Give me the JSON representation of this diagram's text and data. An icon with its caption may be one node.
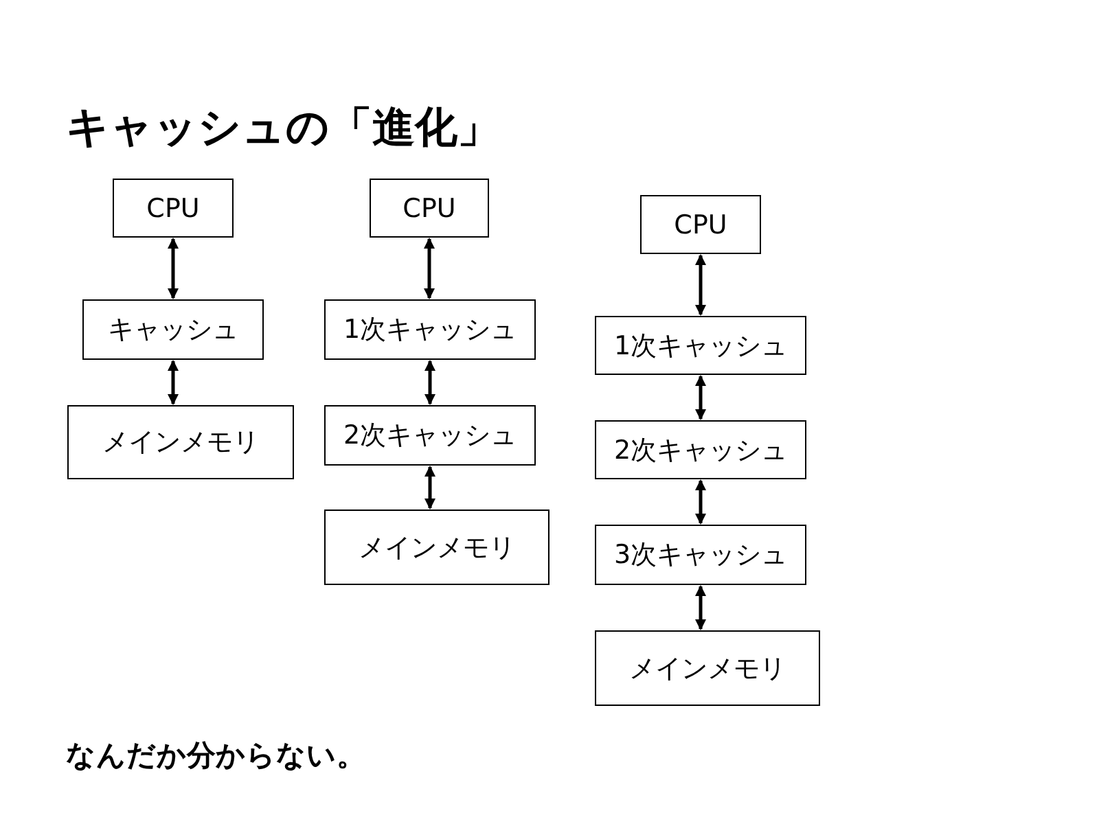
{
  "diagram": {
    "title": "キャッシュの「進化」",
    "nodes": [
      {
        "text": [
          "CPU"
        ]
      },
      {
        "text": [
          "キャッシュ"
        ]
      },
      {
        "text": [
          "メインメモリ"
        ]
      },
      {
        "text": [
          "CPU"
        ]
      },
      {
        "text": [
          "1次キャッシュ"
        ]
      },
      {
        "text": [
          "2次キャッシュ"
        ]
      },
      {
        "text": [
          "メインメモリ"
        ]
      },
      {
        "text": [
          "CPU"
        ]
      },
      {
        "text": [
          "1次キャッシュ"
        ]
      },
      {
        "text": [
          "2次キャッシュ"
        ]
      },
      {
        "text": [
          "3次キャッシュ"
        ]
      },
      {
        "text": [
          "メインメモリ"
        ]
      }
    ],
    "edges": [
      {
        "from": 0,
        "to": 1,
        "arrow": "both"
      },
      {
        "from": 1,
        "to": 2,
        "arrow": "both"
      },
      {
        "from": 3,
        "to": 4,
        "arrow": "both"
      },
      {
        "from": 4,
        "to": 5,
        "arrow": "both"
      },
      {
        "from": 5,
        "to": 6,
        "arrow": "both"
      },
      {
        "from": 7,
        "to": 8,
        "arrow": "both"
      },
      {
        "from": 8,
        "to": 9,
        "arrow": "both"
      },
      {
        "from": 9,
        "to": 10,
        "arrow": "both"
      },
      {
        "from": 10,
        "to": 11,
        "arrow": "both"
      }
    ],
    "labels": [
      "なんだか分からない。"
    ]
  }
}
